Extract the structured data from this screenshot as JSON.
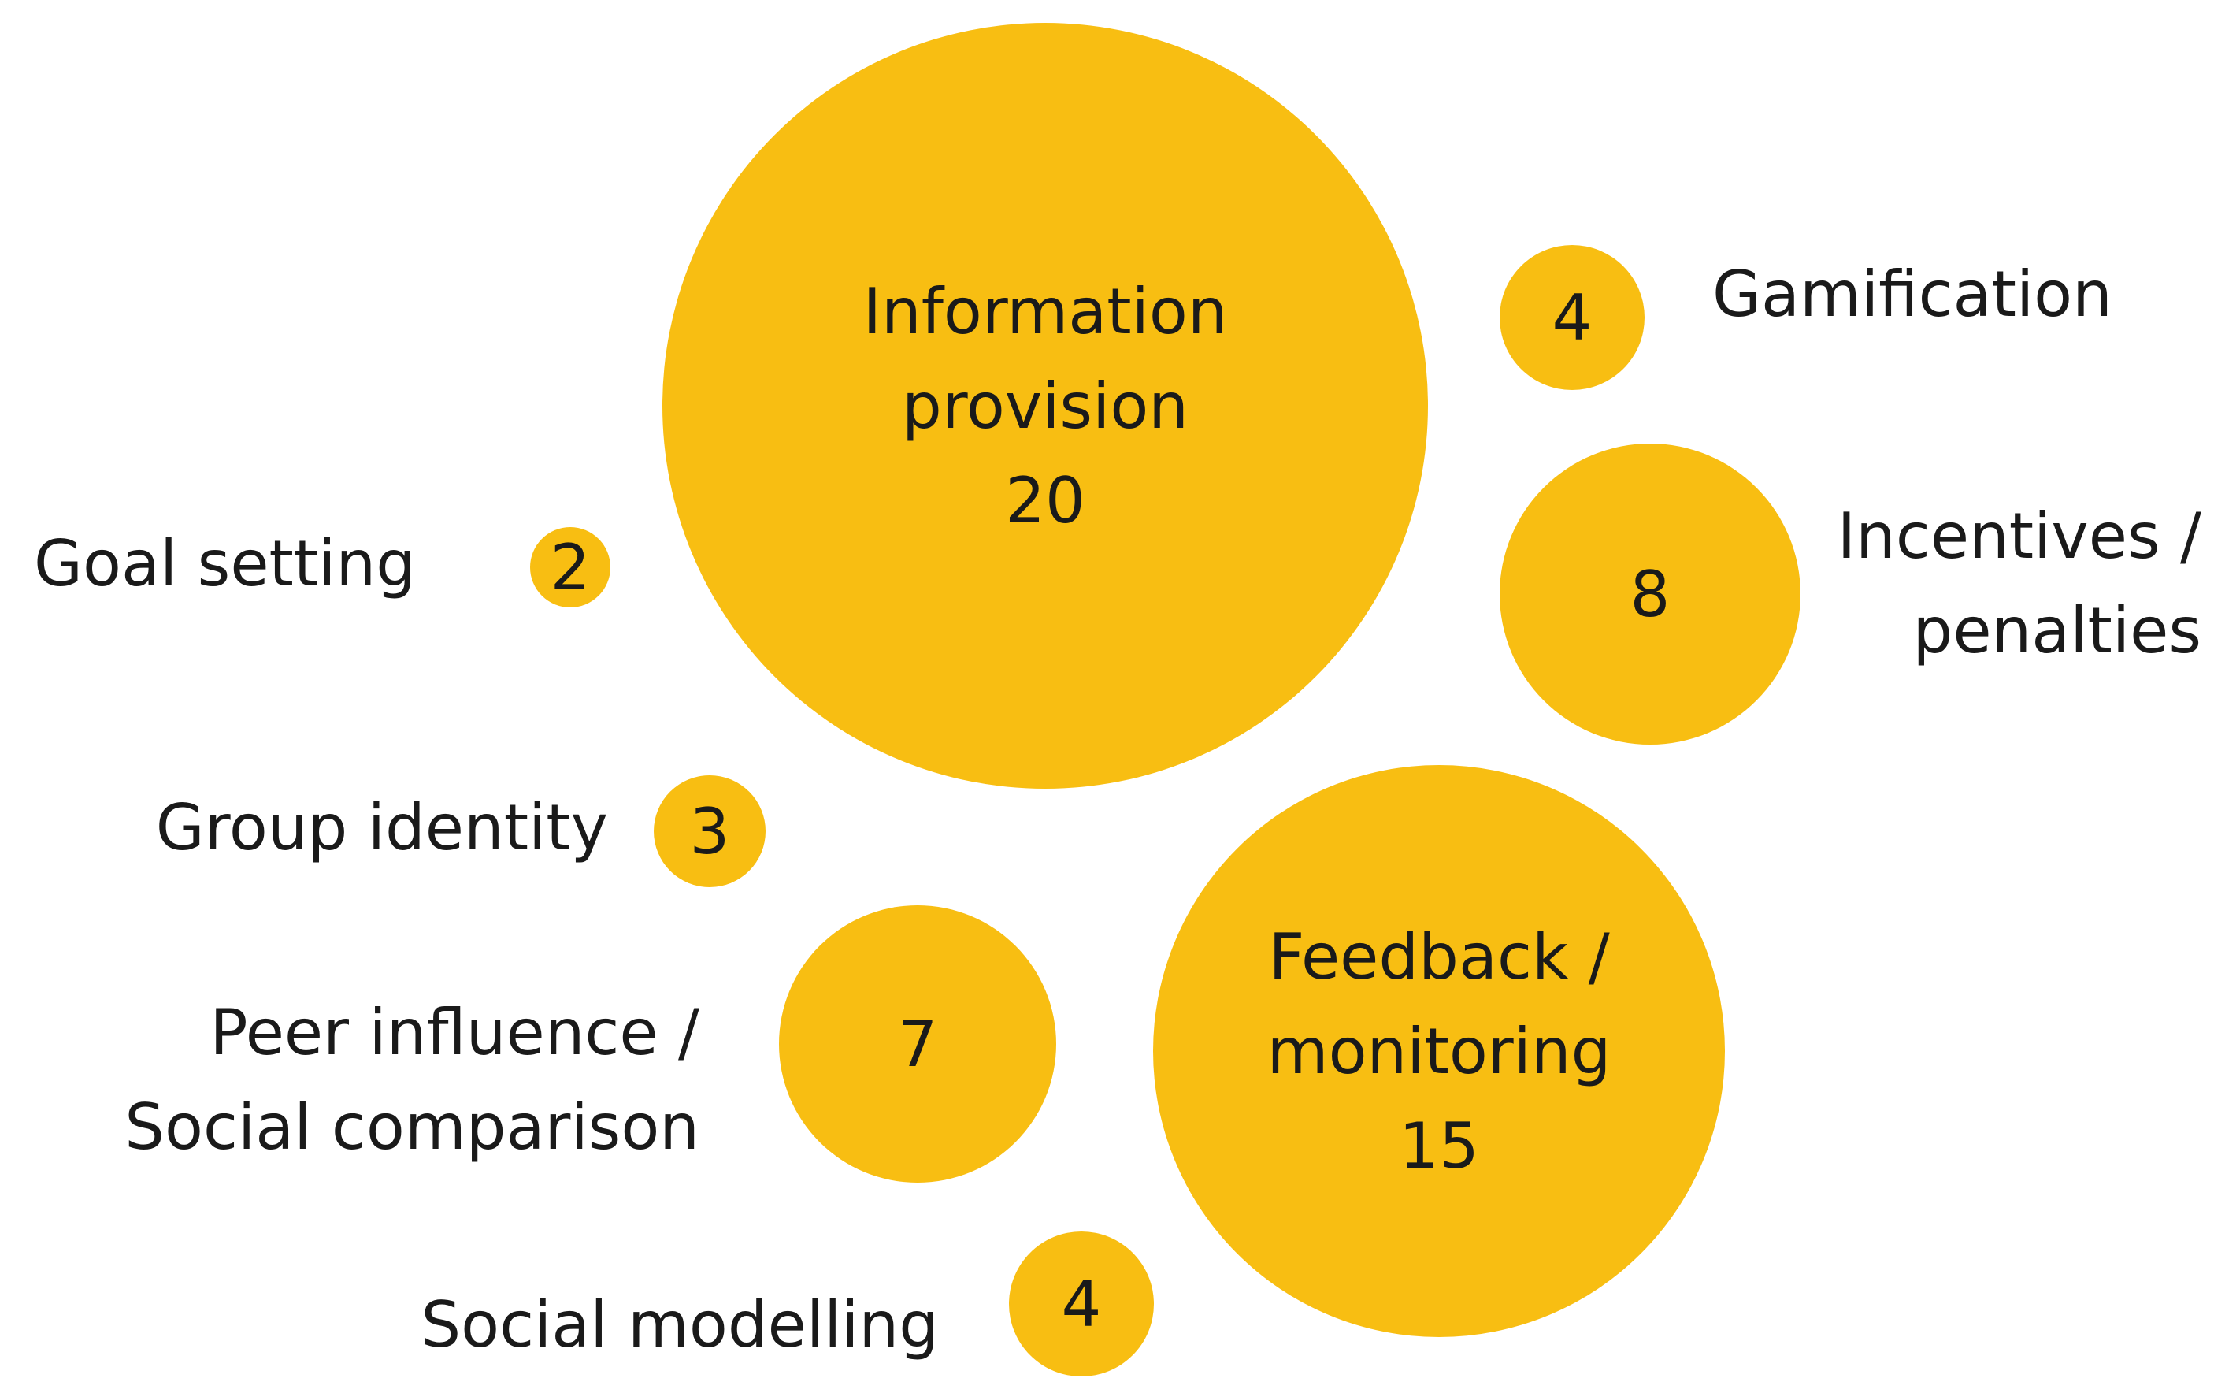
{
  "chart_data": {
    "type": "bubble",
    "title": "",
    "bubble_color": "#F8BE12",
    "text_color": "#1a1a1a",
    "series": [
      {
        "name": "Information provision",
        "value": 20,
        "label_lines": [
          "Information",
          "provision"
        ],
        "label_position": "inside"
      },
      {
        "name": "Feedback / monitoring",
        "value": 15,
        "label_lines": [
          "Feedback /",
          "monitoring"
        ],
        "label_position": "inside"
      },
      {
        "name": "Incentives / penalties",
        "value": 8,
        "label_lines": [
          "Incentives /",
          "penalties"
        ],
        "label_position": "right"
      },
      {
        "name": "Peer influence / Social comparison",
        "value": 7,
        "label_lines": [
          "Peer influence /",
          "Social comparison"
        ],
        "label_position": "left"
      },
      {
        "name": "Gamification",
        "value": 4,
        "label_lines": [
          "Gamification"
        ],
        "label_position": "right"
      },
      {
        "name": "Social modelling",
        "value": 4,
        "label_lines": [
          "Social modelling"
        ],
        "label_position": "left"
      },
      {
        "name": "Group identity",
        "value": 3,
        "label_lines": [
          "Group identity"
        ],
        "label_position": "left"
      },
      {
        "name": "Goal setting",
        "value": 2,
        "label_lines": [
          "Goal setting"
        ],
        "label_position": "left"
      }
    ]
  }
}
